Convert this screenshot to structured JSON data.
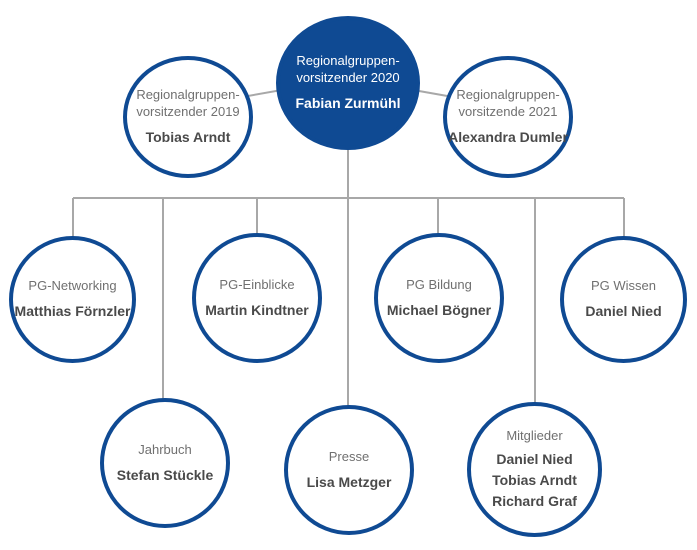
{
  "top": {
    "left": {
      "role": "Regionalgruppen-\nvorsitzender 2019",
      "name": "Tobias Arndt"
    },
    "main": {
      "role": "Regionalgruppen-\nvorsitzender 2020",
      "name": "Fabian Zurmühl"
    },
    "right": {
      "role": "Regionalgruppen-\nvorsitzende 2021",
      "name": "Alexandra Dumler"
    }
  },
  "groups": [
    {
      "role": "PG-Networking",
      "name": "Matthias Förnzler"
    },
    {
      "role": "PG-Einblicke",
      "name": "Martin Kindtner"
    },
    {
      "role": "PG Bildung",
      "name": "Michael Bögner"
    },
    {
      "role": "PG Wissen",
      "name": "Daniel Nied"
    }
  ],
  "bottom": [
    {
      "role": "Jahrbuch",
      "name": "Stefan Stückle"
    },
    {
      "role": "Presse",
      "name": "Lisa Metzger"
    },
    {
      "role": "Mitglieder",
      "name": "Daniel Nied\nTobias Arndt\nRichard Graf"
    }
  ],
  "colors": {
    "primary": "#0f4a93",
    "connector": "#a8a8a8",
    "role_text": "#707070",
    "name_text": "#4a4a4a"
  }
}
